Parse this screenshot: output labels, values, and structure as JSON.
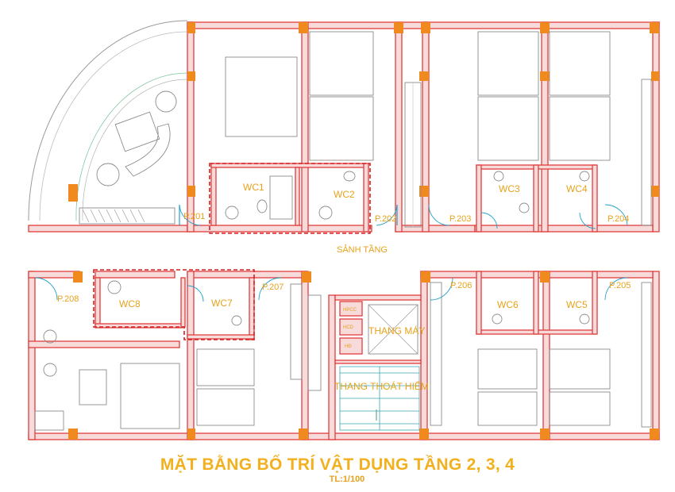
{
  "rooms": {
    "p201": "P.201",
    "p202": "P.202",
    "p203": "P.203",
    "p204": "P.204",
    "p205": "P.205",
    "p206": "P.206",
    "p207": "P.207",
    "p208": "P.208"
  },
  "bathrooms": {
    "wc1": "WC1",
    "wc2": "WC2",
    "wc3": "WC3",
    "wc4": "WC4",
    "wc5": "WC5",
    "wc6": "WC6",
    "wc7": "WC7",
    "wc8": "WC8"
  },
  "areas": {
    "lobby": "SẢNH TẦNG",
    "elevator": "THANG MÁY",
    "emergency_stairs": "THANG THOÁT HIỂM",
    "shaft_1": "HPCC",
    "shaft_2": "HCD",
    "shaft_3": "HĐ"
  },
  "title": "MẶT BẰNG BỐ TRÍ VẬT DỤNG TẦNG 2, 3, 4",
  "scale": "TL:1/100",
  "colors": {
    "wall": "#e03c3c",
    "column": "#f08a1e",
    "label": "#e8a21a",
    "title": "#f2b01e",
    "door": "#22a0c8"
  }
}
